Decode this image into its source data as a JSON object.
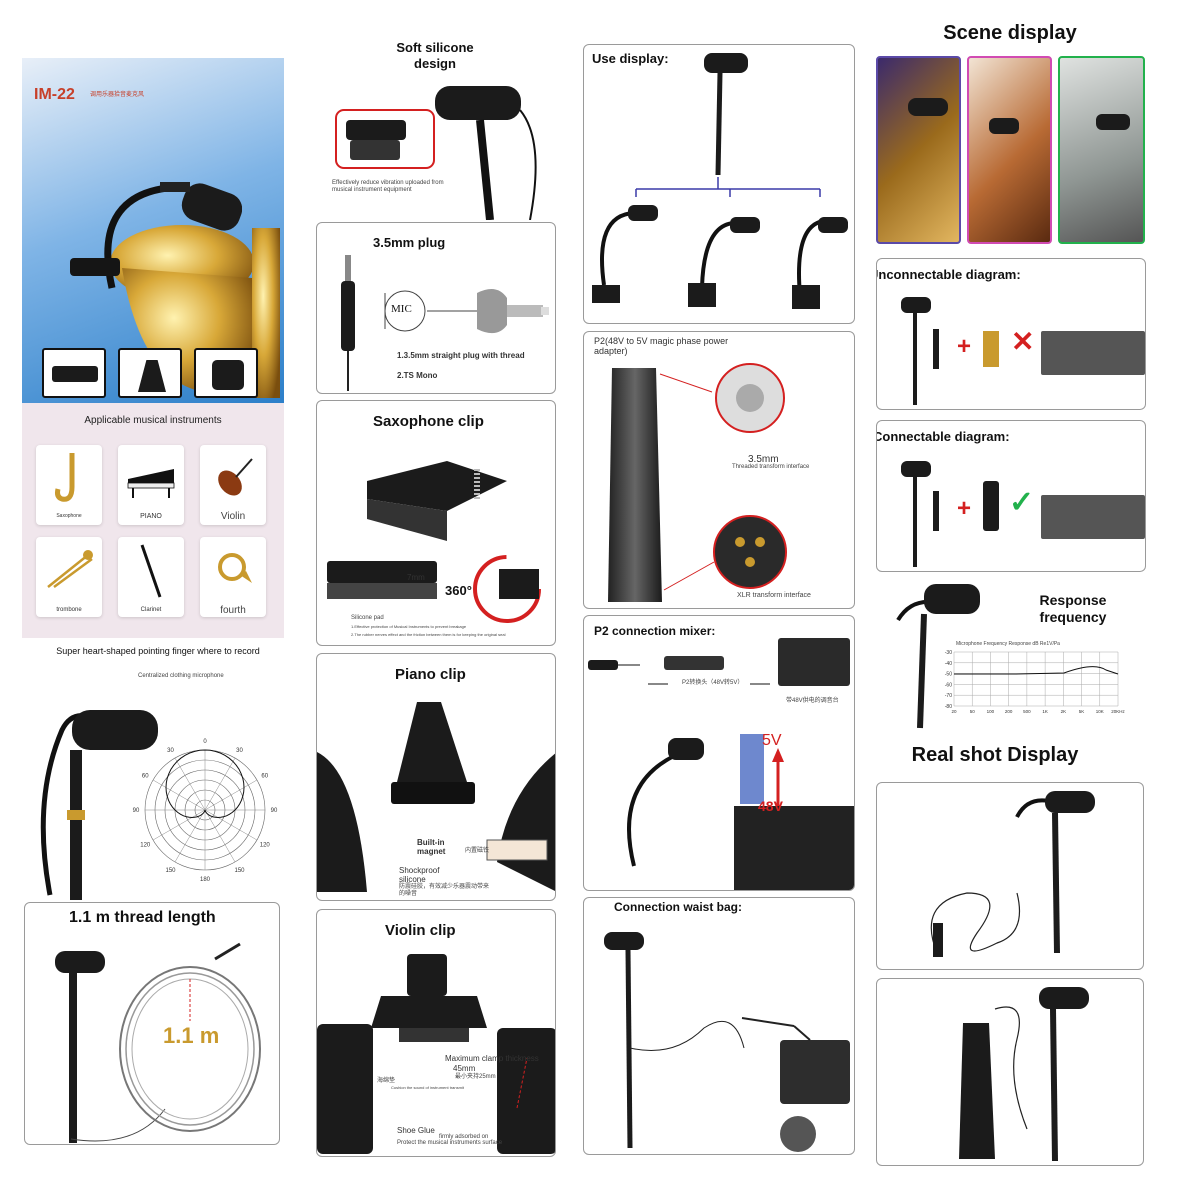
{
  "product_card": {
    "model": "IM-22",
    "subtitle": "调用乐器拾音麦克风",
    "instruments_title": "Applicable musical instruments",
    "instruments": [
      {
        "label": "Saxophone",
        "icon": "saxophone-icon"
      },
      {
        "label": "PIANO",
        "icon": "piano-icon"
      },
      {
        "label": "Violin",
        "icon": "violin-icon"
      },
      {
        "label": "trombone",
        "icon": "trombone-icon"
      },
      {
        "label": "Clarinet",
        "icon": "clarinet-icon"
      },
      {
        "label": "fourth",
        "icon": "french-horn-icon"
      }
    ],
    "colors": {
      "top_bg": "#2c7fc9",
      "bottom_bg": "#f0e6ec"
    }
  },
  "polar": {
    "title": "Super heart-shaped pointing finger where to record",
    "note": "Centralized clothing microphone",
    "labels": [
      "0",
      "30",
      "60",
      "90",
      "120",
      "150",
      "180",
      "150",
      "120",
      "90",
      "60",
      "30"
    ]
  },
  "cable": {
    "title": "1.1 m thread length",
    "length_label": "1.1 m"
  },
  "silicone": {
    "title": "Soft silicone\ndesign",
    "note": "Effectively reduce vibration uploaded from musical instrument equipment"
  },
  "plug": {
    "title": "3.5mm plug",
    "mic_label": "MIC",
    "desc": "1.3.5mm straight plug with thread",
    "desc2": "2.TS Mono"
  },
  "sax_clip": {
    "title": "Saxophone clip",
    "measure": "7mm",
    "rotation": "360°",
    "silicone_pad": "Silicone pad",
    "note": "1.Effective protection of Musical Instruments to prevent breakage",
    "note2": "2.The rubber nerves effect and the friction between them is for keeping the original seal"
  },
  "piano_clip": {
    "title": "Piano clip",
    "magnet": "Built-in magnet",
    "magnet_cn": "内置磁铁",
    "shockproof": "Shockproof silicone",
    "shockproof_cn": "防震硅胶，有效减少乐器震动带来的噪音"
  },
  "violin_clip": {
    "title": "Violin clip",
    "clamp": "Maximum clamp thickness",
    "clamp_value": "45mm",
    "clamp_cn": "最小夹持25mm",
    "sponge_cn": "海绵垫",
    "sponge_note": "Cushion the sound of instrument transmit",
    "shoe_glue": "Shoe Glue",
    "shoe_note": "Protect the musical instruments surface",
    "adsorbed": "firmly adsorbed on"
  },
  "use_display": {
    "title": "Use display:"
  },
  "p2": {
    "title": "P2(48V to 5V magic phase power adapter)",
    "thread_label": "3.5mm",
    "thread_desc": "Threaded transform interface",
    "xlr_desc": "XLR transform interface"
  },
  "mixer": {
    "title": "P2 connection mixer:",
    "adapter_label": "P2转换头（48V转5V）",
    "mixer_label": "带48V供电的调音台",
    "v5": "5V",
    "v48": "48V"
  },
  "waist": {
    "title": "Connection waist bag:"
  },
  "scene": {
    "title": "Scene display"
  },
  "unconnectable": {
    "title": "Unconnectable diagram:",
    "plus": "+",
    "cross": "✕"
  },
  "connectable": {
    "title": "Connectable diagram:",
    "plus": "+",
    "check": "✓"
  },
  "response": {
    "title": "Response frequency",
    "chart_label": "Microphone Frequency Response dB Re1V/Pa",
    "y_ticks": [
      "-30",
      "-40",
      "-50",
      "-60",
      "-70",
      "-80"
    ],
    "x_ticks": [
      "20",
      "50",
      "100",
      "200",
      "500",
      "1K",
      "2K",
      "5K",
      "10K",
      "20KHz"
    ]
  },
  "real_shot": {
    "title": "Real shot Display"
  },
  "colors": {
    "red": "#d42020",
    "green": "#22b14c",
    "blue": "#3a3aa8",
    "gold": "#c99a2e",
    "dark": "#1b1b1b"
  }
}
